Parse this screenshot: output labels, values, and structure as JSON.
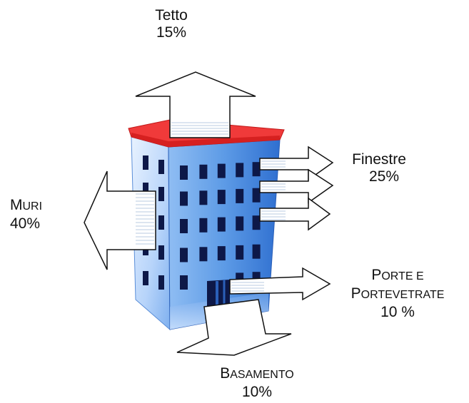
{
  "title": "",
  "colors": {
    "roof": "#f03a3a",
    "building_light": "#cfe3fb",
    "building_mid": "#6aa4ea",
    "building_dark": "#2a66c9",
    "window": "#0d1848",
    "arrow_stroke": "#111111",
    "arrow_fill": "#ffffff"
  },
  "heat_loss": {
    "tetto": {
      "label": "Tetto",
      "value": "15%"
    },
    "finestre": {
      "label": "Finestre",
      "value": "25%"
    },
    "muri": {
      "label_first": "M",
      "label_rest": "URI",
      "value": "40%"
    },
    "porte": {
      "line1_first": "P",
      "line1_rest": "ORTE E",
      "line2_first": "P",
      "line2_rest": "ORTEVETRATE",
      "value": "10 %"
    },
    "basamento": {
      "label_first": "B",
      "label_rest": "ASAMENTO",
      "value": "10%"
    }
  },
  "icons": [
    "building-icon"
  ]
}
